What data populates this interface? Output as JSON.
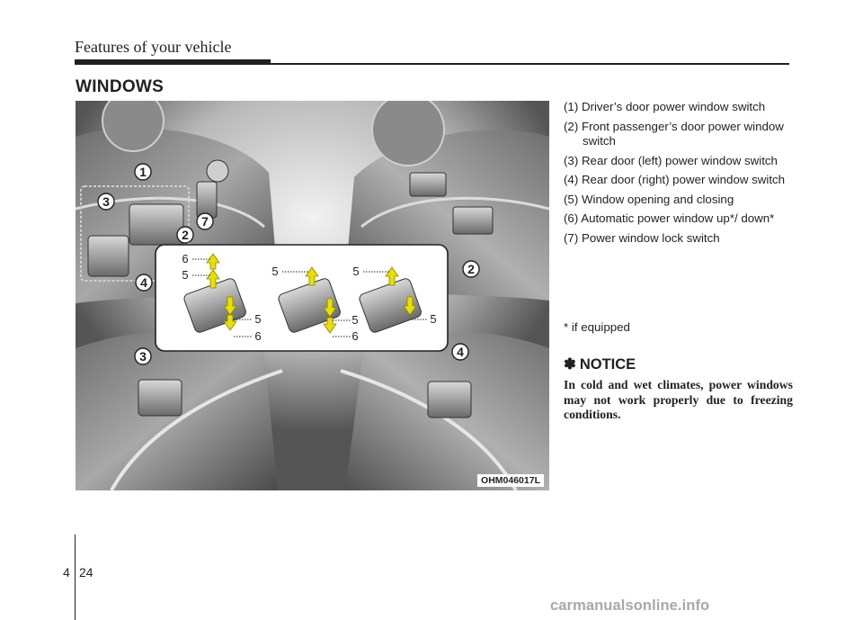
{
  "header": {
    "title": "Features of your vehicle"
  },
  "section": {
    "title": "WINDOWS"
  },
  "figure": {
    "code": "OHM046017L",
    "callouts": {
      "c1": "1",
      "c2a": "2",
      "c2b": "2",
      "c3a": "3",
      "c3b": "3",
      "c4a": "4",
      "c4b": "4",
      "c7": "7",
      "i6a": "6",
      "i5a": "5",
      "i5b": "5",
      "i6b": "6",
      "i5c": "5",
      "i5d": "5",
      "i6c": "6",
      "i5e": "5",
      "i5f": "5"
    }
  },
  "legend": [
    "(1) Driver’s door power window switch",
    "(2) Front passenger’s door power window switch",
    "(3) Rear door (left) power window switch",
    "(4) Rear door (right) power window switch",
    "(5) Window opening and closing",
    "(6) Automatic power window up*/ down*",
    "(7) Power window lock switch"
  ],
  "footnote": "* if equipped",
  "notice": {
    "icon": "✽",
    "title": "NOTICE",
    "text": "In cold and wet climates, power windows may not work properly due to freezing conditions."
  },
  "page": {
    "chapter": "4",
    "number": "24"
  },
  "watermark": "carmanualsonline.info",
  "colors": {
    "arrow": "#e8e000",
    "text": "#231f20"
  }
}
